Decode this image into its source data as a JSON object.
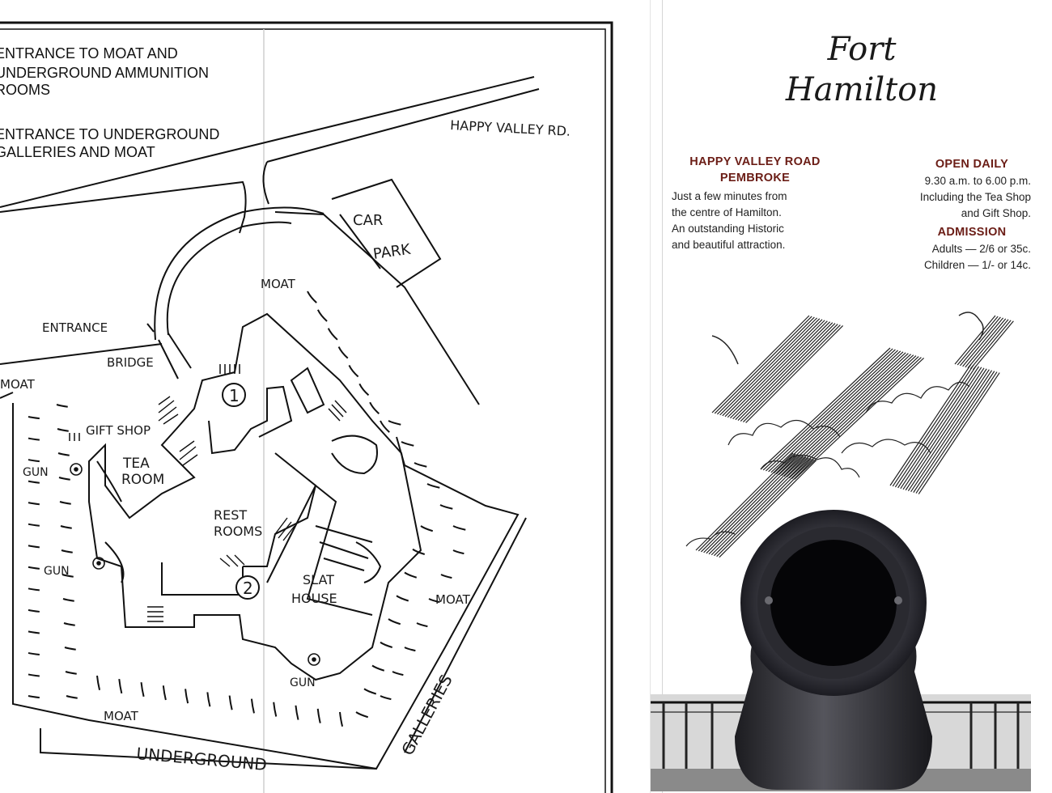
{
  "map": {
    "legend": {
      "item1": [
        "ENTRANCE TO MOAT AND",
        "UNDERGROUND AMMUNITION",
        "ROOMS"
      ],
      "item2": [
        "ENTRANCE TO UNDERGROUND",
        "GALLERIES AND MOAT"
      ]
    },
    "labels": {
      "road": "HAPPY VALLEY RD.",
      "car": "CAR",
      "park": "PARK",
      "moat": "MOAT",
      "entrance": "ENTRANCE",
      "bridge": "BRIDGE",
      "gift_shop": "GIFT SHOP",
      "tea": "TEA",
      "room": "ROOM",
      "gun": "GUN",
      "rest": "REST",
      "rooms": "ROOMS",
      "slat": "SLAT",
      "house": "HOUSE",
      "underground": "UNDERGROUND",
      "galleries": "GALLERIES",
      "marker1": "1",
      "marker2": "2"
    }
  },
  "brochure": {
    "title_line1": "Fort",
    "title_line2": "Hamilton",
    "address_heading": [
      "HAPPY VALLEY ROAD",
      "PEMBROKE"
    ],
    "address_body": [
      "Just a few minutes from",
      "the centre of Hamilton.",
      "An outstanding Historic",
      "and beautiful attraction."
    ],
    "open_heading": "OPEN DAILY",
    "open_body": [
      "9.30 a.m. to 6.00 p.m.",
      "Including the Tea Shop",
      "and Gift Shop."
    ],
    "admission_heading": "ADMISSION",
    "admission_body": [
      "Adults — 2/6 or 35c.",
      "Children — 1/- or 14c."
    ]
  },
  "colors": {
    "accent": "#6b1d16",
    "ink": "#1a1a1a"
  }
}
